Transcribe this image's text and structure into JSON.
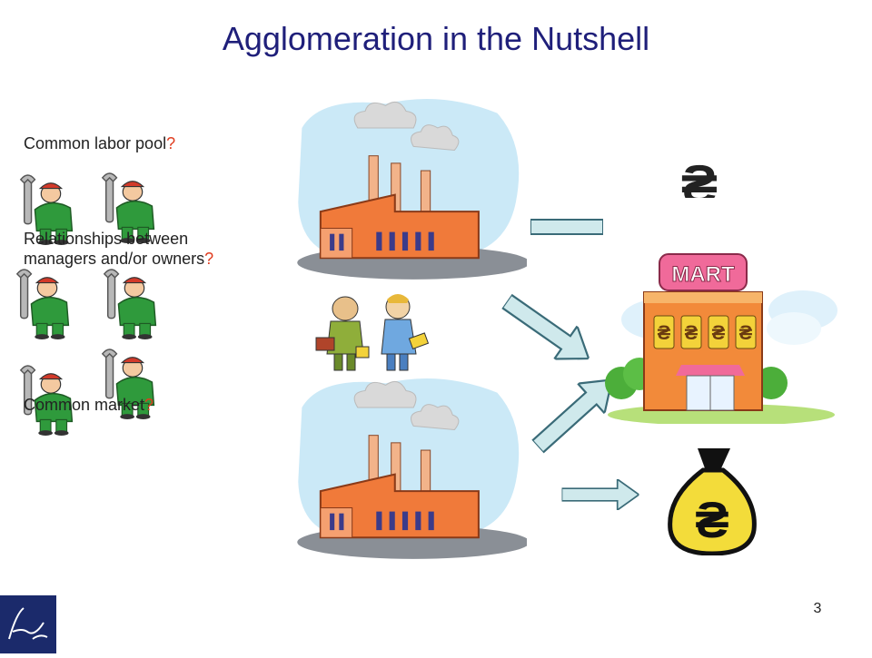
{
  "slide": {
    "title": "Agglomeration in the Nutshell",
    "page_number": "3",
    "labels": {
      "labor_pool": {
        "text": "Common labor pool",
        "mark": "?"
      },
      "relationships": {
        "text": "Relationships between managers and/or owners",
        "mark": "?"
      },
      "market": {
        "text": "Common market",
        "mark": "?"
      }
    },
    "mart_sign": "MART",
    "currency_symbol": "₴"
  },
  "colors": {
    "title": "#1f1f7a",
    "question_mark": "#e03c1f",
    "arrow_fill": "#cfe9ec",
    "logo": "#1b2a6b"
  },
  "icons": [
    "worker-icon",
    "factory-icon",
    "businessmen-icon",
    "mart-icon",
    "money-bag-icon",
    "arrow-icon",
    "lse-logo-icon"
  ]
}
